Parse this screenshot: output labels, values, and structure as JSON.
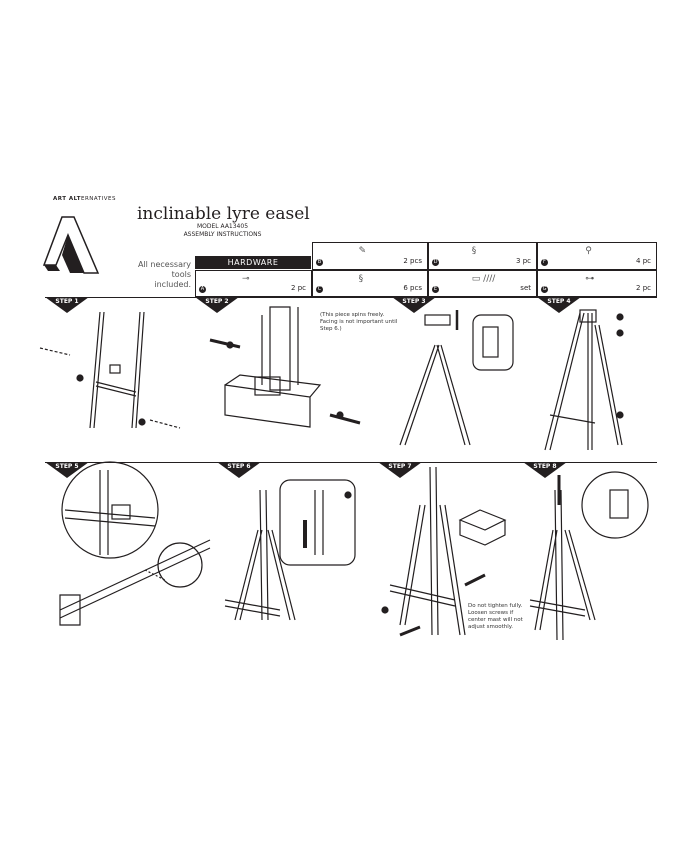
{
  "brand": {
    "bold": "ART ALT",
    "rest": "ERNATIVES",
    "logo_letter": "A"
  },
  "title": "inclinable lyre easel",
  "model": "MODEL AA13405",
  "subtitle": "ASSEMBLY INSTRUCTIONS",
  "tools_note": "All necessary tools included.",
  "hardware": {
    "label": "HARDWARE",
    "items": [
      {
        "letter": "A",
        "qty": "2 pc"
      },
      {
        "letter": "B",
        "qty": "2 pcs"
      },
      {
        "letter": "C",
        "qty": "6 pcs"
      },
      {
        "letter": "D",
        "qty": "3 pc"
      },
      {
        "letter": "E",
        "qty": "set"
      },
      {
        "letter": "F",
        "qty": "4 pc"
      },
      {
        "letter": "G",
        "qty": "2 pc"
      }
    ]
  },
  "steps": [
    "STEP 1",
    "STEP 2",
    "STEP 3",
    "STEP 4",
    "STEP 5",
    "STEP 6",
    "STEP 7",
    "STEP 8"
  ],
  "notes": {
    "step2": "(This piece spins freely. Facing is not important until Step 6.)",
    "step7": "Do not tighten fully. Loosen screws if center mast will not adjust smoothly."
  }
}
